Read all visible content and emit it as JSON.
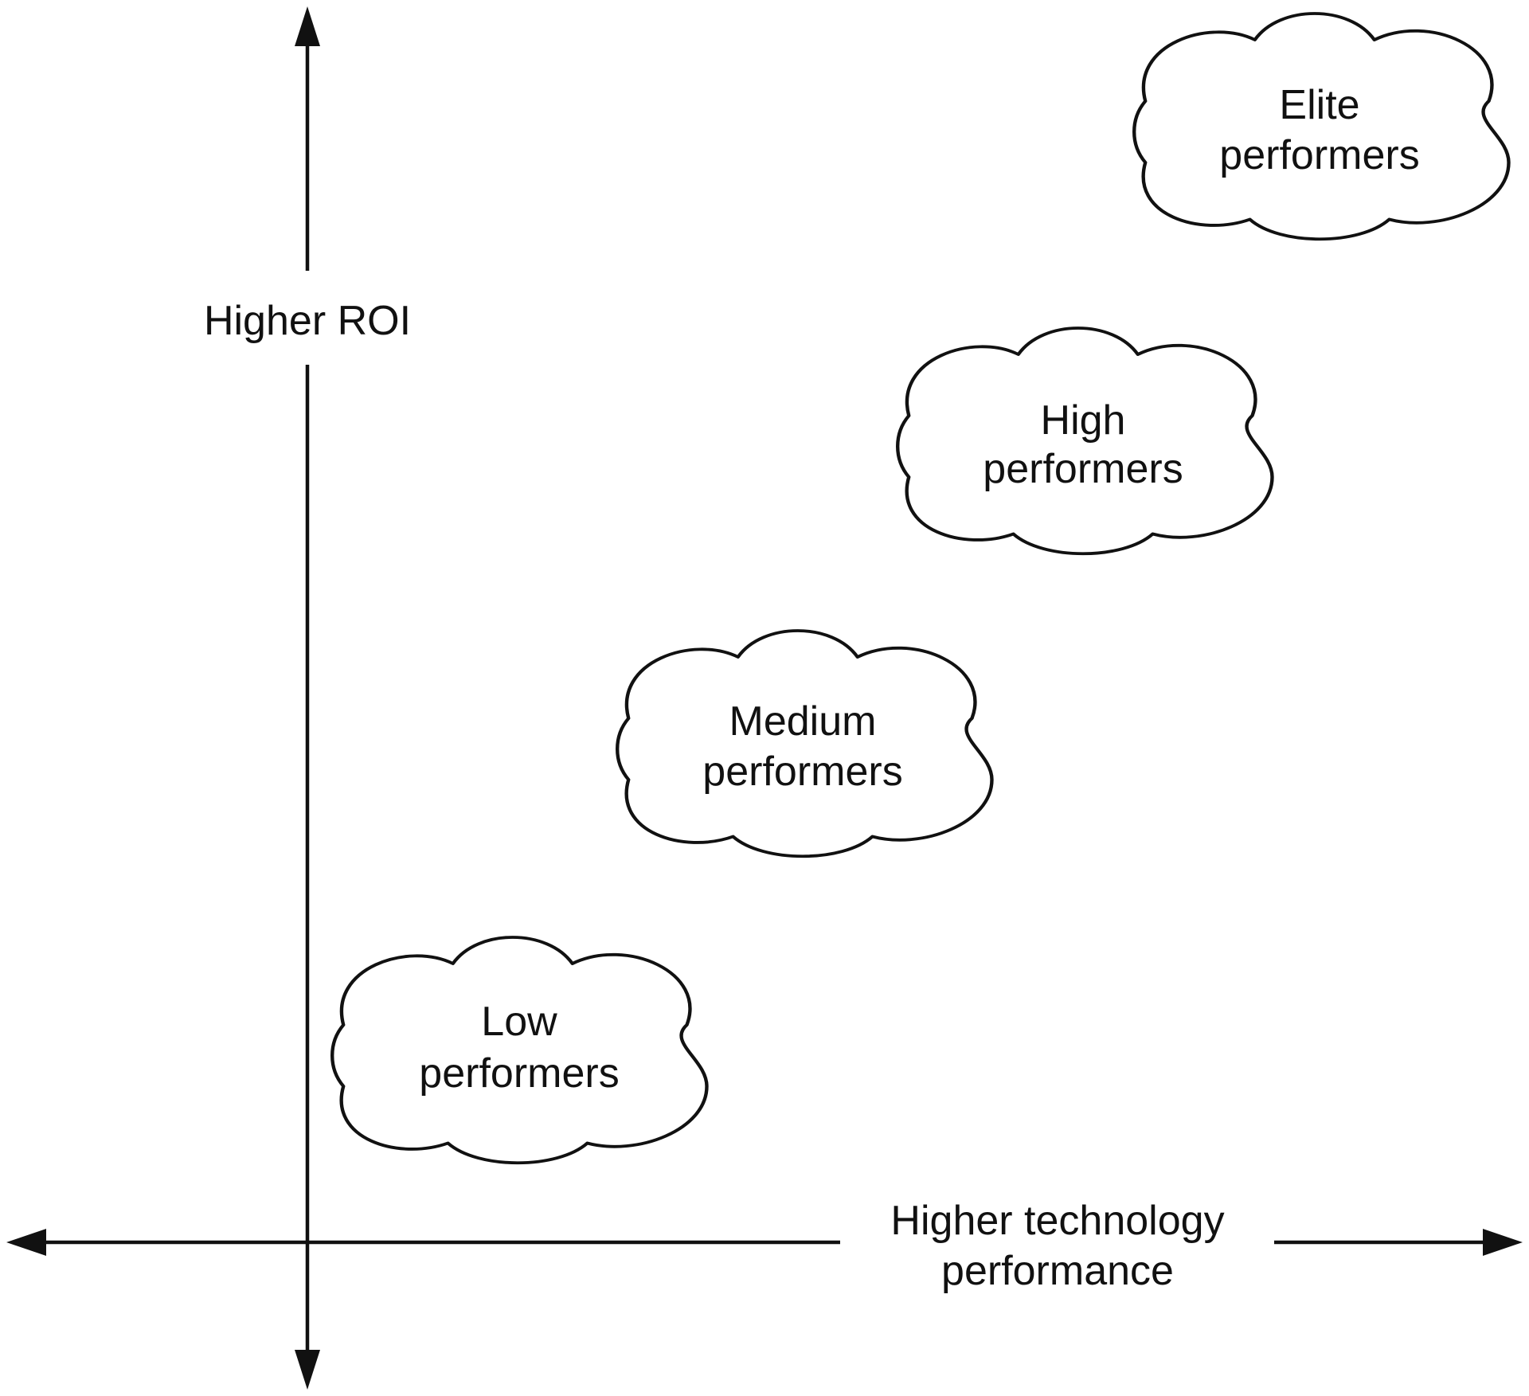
{
  "axes": {
    "y_label": "Higher ROI",
    "x_label_line1": "Higher technology",
    "x_label_line2": "performance"
  },
  "clouds": [
    {
      "id": "low",
      "line1": "Low",
      "line2": "performers"
    },
    {
      "id": "medium",
      "line1": "Medium",
      "line2": "performers"
    },
    {
      "id": "high",
      "line1": "High",
      "line2": "performers"
    },
    {
      "id": "elite",
      "line1": "Elite",
      "line2": "performers"
    }
  ]
}
